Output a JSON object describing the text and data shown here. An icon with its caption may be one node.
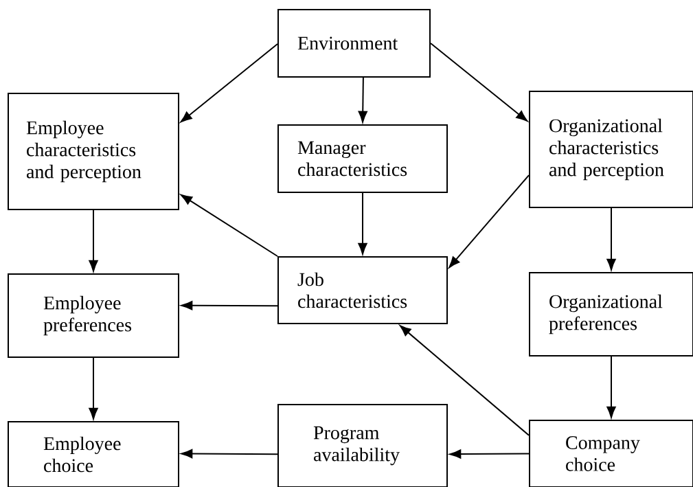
{
  "diagram": {
    "nodes": [
      {
        "text": [
          "Environment"
        ]
      },
      {
        "text": [
          "Employee characteristics and perception"
        ]
      },
      {
        "text": [
          "Manager characteristics"
        ]
      },
      {
        "text": [
          "Organizational characteristics and perception"
        ]
      },
      {
        "text": [
          "Job characteristics"
        ]
      },
      {
        "text": [
          "Employee preferences"
        ]
      },
      {
        "text": [
          "Organizational preferences"
        ]
      },
      {
        "text": [
          "Program availability"
        ]
      },
      {
        "text": [
          "Employee choice"
        ]
      },
      {
        "text": [
          "Company choice"
        ]
      }
    ],
    "edges": [
      {
        "from": 0,
        "to": 1,
        "arrow": "to"
      },
      {
        "from": 0,
        "to": 2,
        "arrow": "to"
      },
      {
        "from": 0,
        "to": 3,
        "arrow": "to"
      },
      {
        "from": 2,
        "to": 4,
        "arrow": "to"
      },
      {
        "from": 3,
        "to": 4,
        "arrow": "to"
      },
      {
        "from": 4,
        "to": 1,
        "arrow": "to"
      },
      {
        "from": 1,
        "to": 5,
        "arrow": "to"
      },
      {
        "from": 4,
        "to": 5,
        "arrow": "to"
      },
      {
        "from": 3,
        "to": 6,
        "arrow": "to"
      },
      {
        "from": 6,
        "to": 9,
        "arrow": "to"
      },
      {
        "from": 5,
        "to": 8,
        "arrow": "to"
      },
      {
        "from": 9,
        "to": 4,
        "arrow": "to"
      },
      {
        "from": 9,
        "to": 7,
        "arrow": "to"
      },
      {
        "from": 7,
        "to": 8,
        "arrow": "to"
      }
    ]
  }
}
